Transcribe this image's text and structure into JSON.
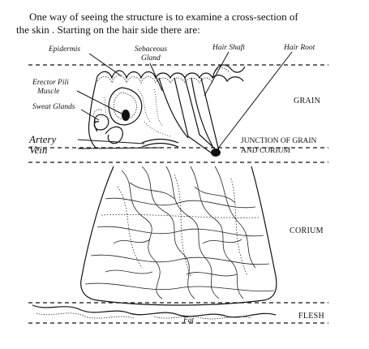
{
  "caption": {
    "line1": "One way of seeing the structure is to examine a cross-section of",
    "line2": "the skin        . Starting on the hair side there are:"
  },
  "labels": {
    "epidermis": "Epidermis",
    "sebaceous_1": "Sebaceous",
    "sebaceous_2": "Gland",
    "hair_shaft": "Hair Shaft",
    "hair_root": "Hair Root",
    "erector_1": "Erector Pili",
    "erector_2": "Muscle",
    "sweat_glands": "Sweat Glands",
    "artery": "Artery",
    "vein": "Vein",
    "fat": "Fat"
  },
  "zones": {
    "grain": "GRAIN",
    "junction_1": "JUNCTION OF GRAIN",
    "junction_2": "AND CORIUM",
    "corium": "CORIUM",
    "flesh": "FLESH"
  },
  "colors": {
    "ink": "#111111",
    "background": "#ffffff"
  }
}
